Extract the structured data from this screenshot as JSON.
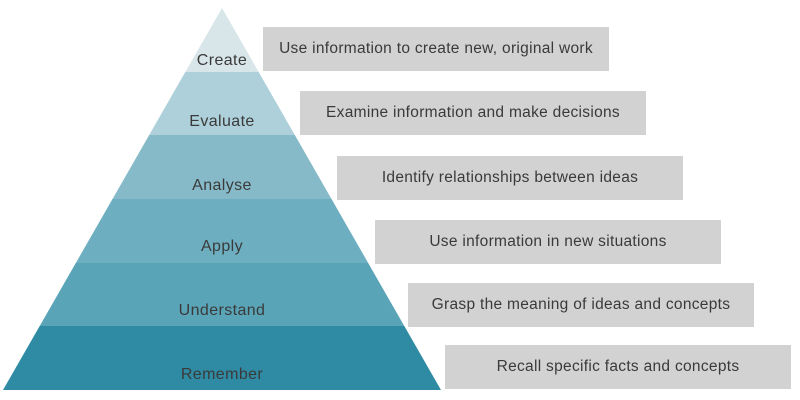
{
  "diagram": {
    "type": "pyramid",
    "colors": {
      "background": "#ffffff",
      "text": "#3a3a3a",
      "description_box_bg": "#d2d2d2"
    },
    "levels": [
      {
        "label": "Create",
        "description": "Use information to create new, original work",
        "color": "#d8e5e9"
      },
      {
        "label": "Evaluate",
        "description": "Examine information and make decisions",
        "color": "#aed0da"
      },
      {
        "label": "Analyse",
        "description": "Identify relationships between ideas",
        "color": "#87bac8"
      },
      {
        "label": "Apply",
        "description": "Use information in new situations",
        "color": "#6dafc1"
      },
      {
        "label": "Understand",
        "description": "Grasp the meaning of ideas and concepts",
        "color": "#5aa4b8"
      },
      {
        "label": "Remember",
        "description": "Recall specific facts and concepts",
        "color": "#2f8ba3"
      }
    ]
  }
}
